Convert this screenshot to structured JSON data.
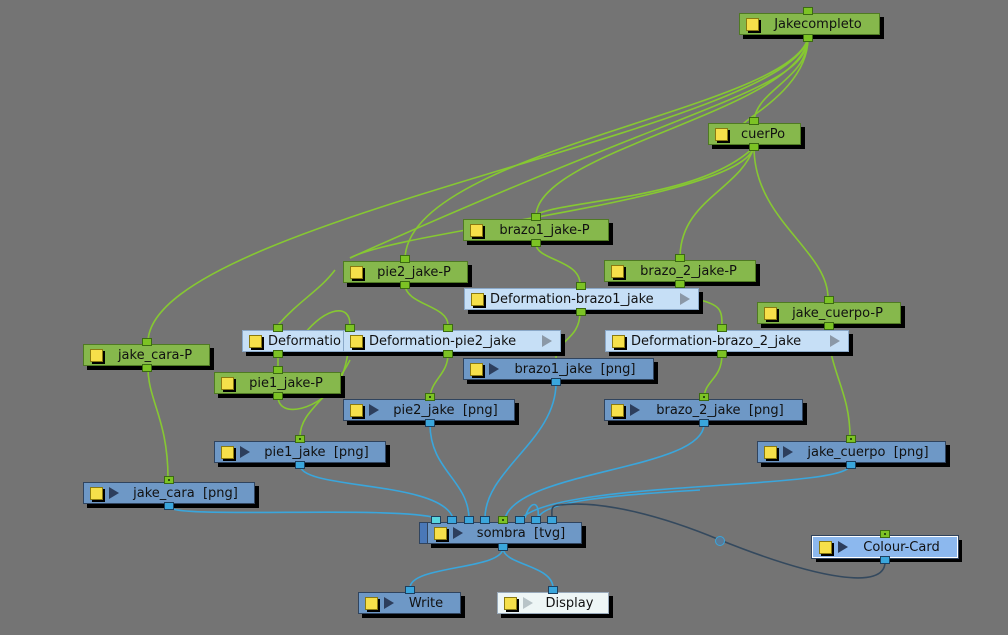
{
  "colors": {
    "background": "#747474",
    "peg_node": "#86b84c",
    "deform_node": "#c6dff6",
    "read_node": "#6e98c6",
    "display_node": "#eef6f6",
    "colour_card_node": "#8cb8ee",
    "green_wire": "#86c832",
    "blue_wire": "#3aa6dc",
    "dark_wire": "#34495e"
  },
  "nodes": {
    "jakecompleto": {
      "label": "Jakecompleto",
      "type": "peg"
    },
    "cuerpo": {
      "label": "cuerPo",
      "type": "peg"
    },
    "brazo1_jake_p": {
      "label": "brazo1_jake-P",
      "type": "peg"
    },
    "pie2_jake_p": {
      "label": "pie2_jake-P",
      "type": "peg"
    },
    "brazo_2_jake_p": {
      "label": "brazo_2_jake-P",
      "type": "peg"
    },
    "deformation_brazo1_jake": {
      "label": "Deformation-brazo1_jake",
      "type": "deformation"
    },
    "jake_cuerpo_p": {
      "label": "jake_cuerpo-P",
      "type": "peg"
    },
    "deformation_pie1": {
      "label": "Deformatio",
      "type": "deformation"
    },
    "deformation_pie2_jake": {
      "label": "Deformation-pie2_jake",
      "type": "deformation"
    },
    "deformation_brazo_2_jake": {
      "label": "Deformation-brazo_2_jake",
      "type": "deformation"
    },
    "jake_cara_p": {
      "label": "jake_cara-P",
      "type": "peg"
    },
    "pie1_jake_p": {
      "label": "pie1_jake-P",
      "type": "peg"
    },
    "brazo1_jake_png": {
      "label": "brazo1_jake  [png]",
      "type": "read"
    },
    "pie2_jake_png": {
      "label": "pie2_jake  [png]",
      "type": "read"
    },
    "brazo_2_jake_png": {
      "label": "brazo_2_jake  [png]",
      "type": "read"
    },
    "pie1_jake_png": {
      "label": "pie1_jake  [png]",
      "type": "read"
    },
    "jake_cuerpo_png": {
      "label": "jake_cuerpo  [png]",
      "type": "read"
    },
    "jake_cara_png": {
      "label": "jake_cara  [png]",
      "type": "read"
    },
    "sombra_tvg": {
      "label": "sombra  [tvg]",
      "type": "read"
    },
    "colour_card": {
      "label": "Colour-Card",
      "type": "colour-card"
    },
    "write": {
      "label": "Write",
      "type": "write"
    },
    "display": {
      "label": "Display",
      "type": "display"
    }
  },
  "icons": {
    "enable_swatch": "yellow-square",
    "expand": "triangle-right"
  }
}
